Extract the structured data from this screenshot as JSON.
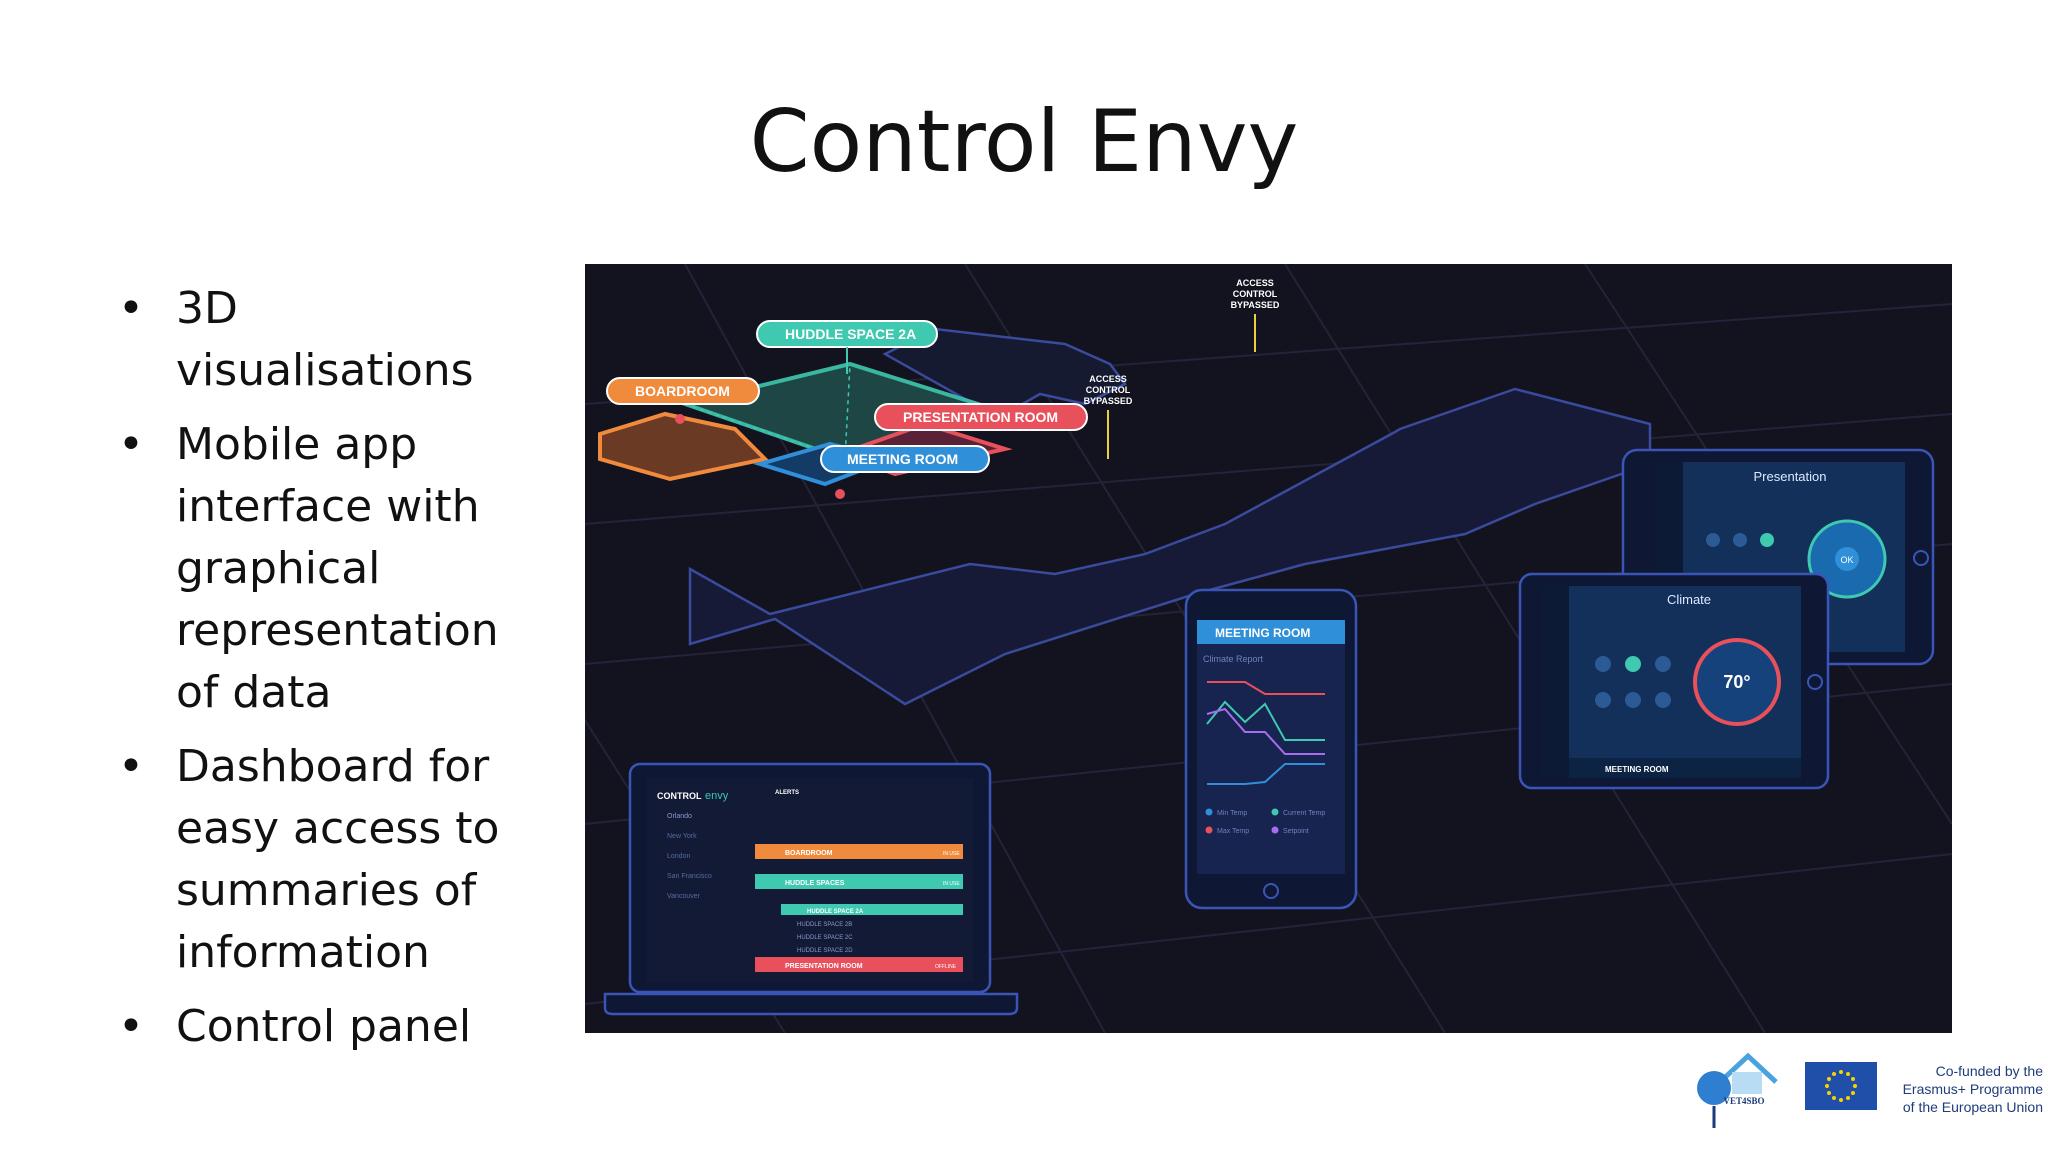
{
  "slide": {
    "title": "Control Envy",
    "bullets": [
      "3D visualisations",
      "Mobile app interface with graphical representation of data",
      "Dashboard for easy access to summaries of information",
      "Control panel"
    ]
  },
  "hero": {
    "floor_labels": {
      "huddle": "HUDDLE SPACE 2A",
      "boardroom": "BOARDROOM",
      "presentation": "PRESENTATION ROOM",
      "meeting": "MEETING ROOM",
      "access1": [
        "ACCESS",
        "CONTROL",
        "BYPASSED"
      ],
      "access2": [
        "ACCESS",
        "CONTROL",
        "BYPASSED"
      ]
    },
    "tablet_back": {
      "title": "Presentation",
      "ok": "OK"
    },
    "tablet_front": {
      "title": "Climate",
      "temp": "70°",
      "footer": "MEETING ROOM"
    },
    "phone": {
      "header": "MEETING ROOM",
      "subtitle": "Climate Report",
      "legend": [
        "Min Temp",
        "Current Temp",
        "Max Temp",
        "Setpoint"
      ]
    },
    "laptop": {
      "brand_a": "CONTROL",
      "brand_b": "envy",
      "cities": [
        "Orlando",
        "New York",
        "London",
        "San Francisco",
        "Vancouver"
      ],
      "alerts_title": "ALERTS",
      "rows": [
        {
          "label": "BOARDROOM",
          "status": "IN USE"
        },
        {
          "label": "HUDDLE SPACES",
          "status": "IN USE"
        },
        {
          "label": "HUDDLE SPACE 2A",
          "status": ""
        },
        {
          "label": "HUDDLE SPACE 2B",
          "status": ""
        },
        {
          "label": "HUDDLE SPACE 2C",
          "status": ""
        },
        {
          "label": "HUDDLE SPACE 2D",
          "status": ""
        },
        {
          "label": "PRESENTATION ROOM",
          "status": "OFFLINE"
        }
      ]
    }
  },
  "footer": {
    "logo_text": "VET4SBO",
    "eu_text": [
      "Co-funded by the",
      "Erasmus+ Programme",
      "of the European Union"
    ]
  },
  "colors": {
    "hero_bg": "#13131f",
    "teal": "#3ec9b0",
    "orange": "#f08a3c",
    "red": "#e8505b",
    "blue": "#2f8fd8",
    "navy_line": "#2c3a78"
  }
}
